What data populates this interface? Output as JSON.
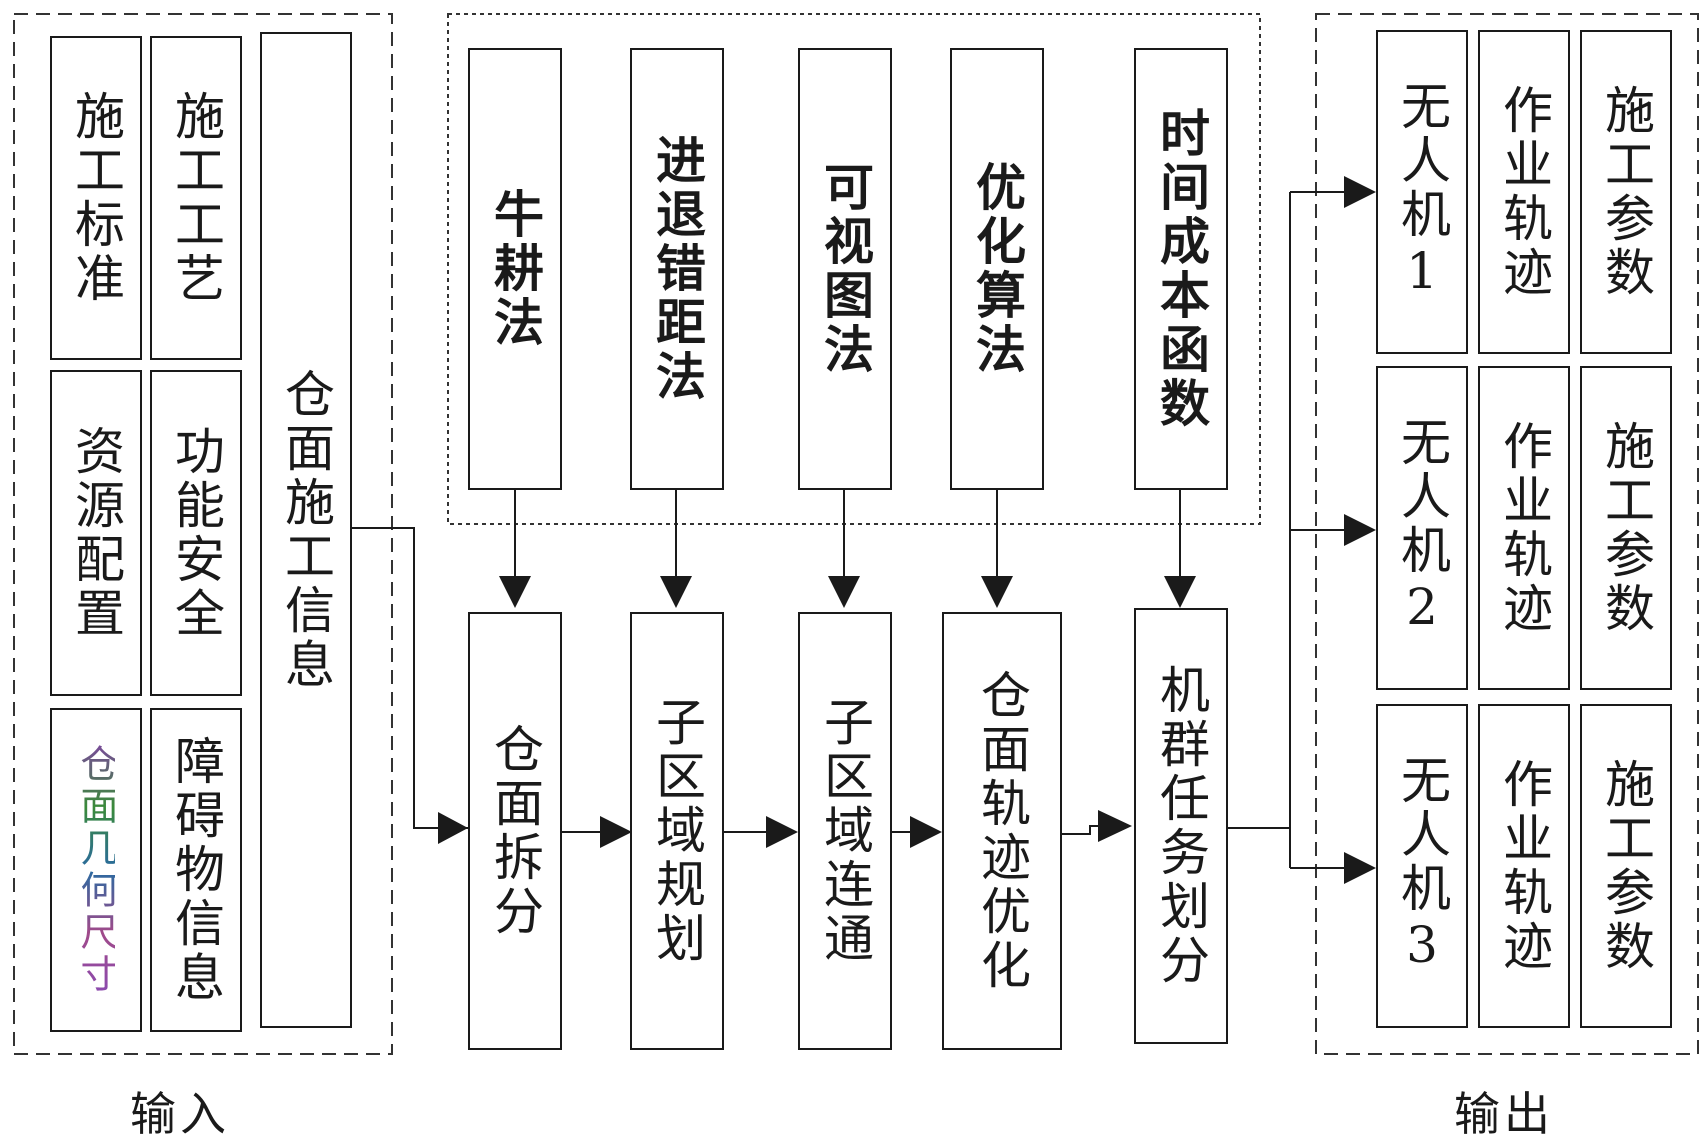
{
  "input": {
    "label": "输入",
    "items": [
      {
        "id": "construction-standard",
        "text": "施工标准"
      },
      {
        "id": "construction-process",
        "text": "施工工艺"
      },
      {
        "id": "resource-allocation",
        "text": "资源配置"
      },
      {
        "id": "functional-safety",
        "text": "功能安全"
      },
      {
        "id": "geometry-size",
        "text": "仓面几何尺寸"
      },
      {
        "id": "obstacle-info",
        "text": "障碍物信息"
      },
      {
        "id": "surface-info",
        "text": "仓面施工信息"
      }
    ]
  },
  "methods": [
    {
      "id": "ox-plow",
      "text": "牛耕法"
    },
    {
      "id": "offset-method",
      "text": "进退错距法"
    },
    {
      "id": "visibility-graph",
      "text": "可视图法"
    },
    {
      "id": "optimization-algorithm",
      "text": "优化算法"
    },
    {
      "id": "time-cost-function",
      "text": "时间成本函数"
    }
  ],
  "pipeline": [
    {
      "id": "surface-split",
      "text": "仓面拆分"
    },
    {
      "id": "subregion-plan",
      "text": "子区域规划"
    },
    {
      "id": "subregion-connect",
      "text": "子区域连通"
    },
    {
      "id": "trajectory-opt",
      "text": "仓面轨迹优化"
    },
    {
      "id": "task-division",
      "text": "机群任务划分"
    }
  ],
  "output": {
    "label": "输出",
    "rows": [
      {
        "uav": "无人机1",
        "trajectory": "作业轨迹",
        "params": "施工参数"
      },
      {
        "uav": "无人机2",
        "trajectory": "作业轨迹",
        "params": "施工参数"
      },
      {
        "uav": "无人机3",
        "trajectory": "作业轨迹",
        "params": "施工参数"
      }
    ]
  }
}
